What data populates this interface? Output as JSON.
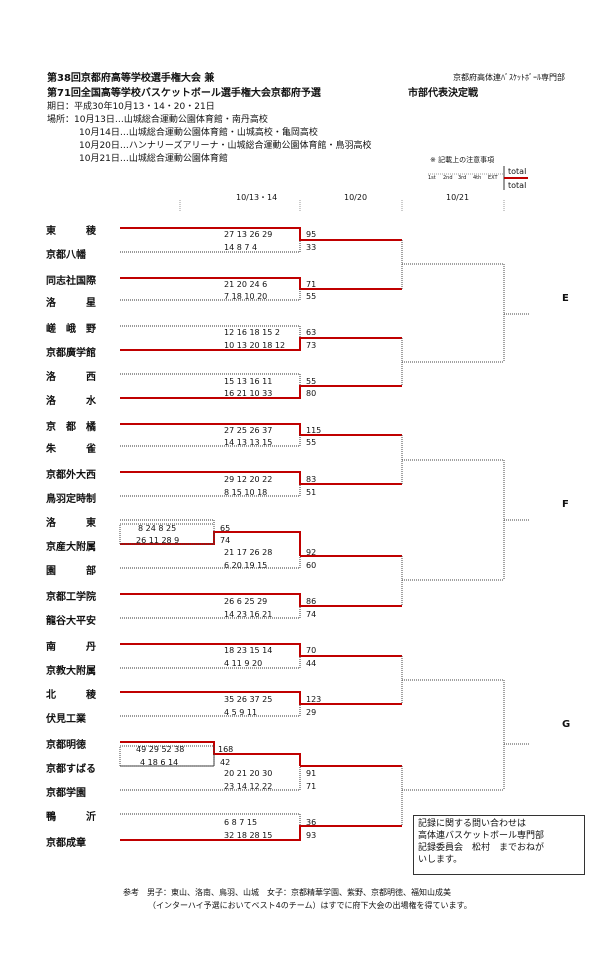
{
  "header": {
    "title1": "第38回京都府高等学校選手権大会 兼",
    "title2": "第71回全国高等学校バスケットボール選手権大会京都府予選",
    "subtitle": "市部代表決定戦",
    "org": "京都府高体連ﾊﾞｽｹｯﾄﾎﾞｰﾙ専門部",
    "period": "期日：平成30年10月13・14・20・21日",
    "venue1": "場所：10月13日…山城総合運動公園体育館・南丹高校",
    "venue2": "10月14日…山城総合運動公園体育館・山城高校・亀岡高校",
    "venue3": "10月20日…ハンナリーズアリーナ・山城総合運動公園体育館・鳥羽高校",
    "venue4": "10月21日…山城総合運動公園体育館"
  },
  "legend": {
    "title": "※ 記載上の注意事項",
    "q1": "1st",
    "q2": "2nd",
    "q3": "3rd",
    "q4": "4th",
    "ext": "EXT",
    "total_top": "total",
    "total_bottom": "total"
  },
  "dates": {
    "d1": "10/13・14",
    "d2": "10/20",
    "d3": "10/21"
  },
  "teams": [
    "東　　　稜",
    "京都八幡",
    "同志社国際",
    "洛　　　星",
    "嵯　峨　野",
    "京都廣学館",
    "洛　　　西",
    "洛　　　水",
    "京　都　橘",
    "朱　　　雀",
    "京都外大西",
    "鳥羽定時制",
    "洛　　　東",
    "京産大附属",
    "園　　　部",
    "京都工学院",
    "龍谷大平安",
    "南　　　丹",
    "京教大附属",
    "北　　　稜",
    "伏見工業",
    "京都明徳",
    "京都すばる",
    "京都学園",
    "鴨　　　沂",
    "京都成章"
  ],
  "matches": [
    {
      "top": "27 13 26 29",
      "bottom": "14  8  7  4",
      "t1": "95",
      "t2": "33"
    },
    {
      "top": "21 20 24  6",
      "bottom": "7 18 10 20",
      "t1": "71",
      "t2": "55"
    },
    {
      "top": "12 16 18 15  2",
      "bottom": "10 13 20 18 12",
      "t1": "63",
      "t2": "73"
    },
    {
      "top": "15 13 16 11",
      "bottom": "16 21 10 33",
      "t1": "55",
      "t2": "80"
    },
    {
      "top": "27 25 26 37",
      "bottom": "14 13 13 15",
      "t1": "115",
      "t2": "55"
    },
    {
      "top": "29 12 20 22",
      "bottom": "8 15 10 18",
      "t1": "83",
      "t2": "51"
    },
    {
      "top": "8 24  8 25",
      "bottom": "26 11 28  9",
      "t1": "65",
      "t2": "74"
    },
    {
      "top": "21 17 26 28",
      "bottom": "6 20 19 15",
      "t1": "92",
      "t2": "60"
    },
    {
      "top": "26  6 25 29",
      "bottom": "14 23 16 21",
      "t1": "86",
      "t2": "74"
    },
    {
      "top": "18 23 15 14",
      "bottom": "4 11  9 20",
      "t1": "70",
      "t2": "44"
    },
    {
      "top": "35 26 37 25",
      "bottom": "4  5  9 11",
      "t1": "123",
      "t2": "29"
    },
    {
      "top": "49 29 52 38",
      "bottom": "4 18  6 14",
      "t1": "168",
      "t2": "42"
    },
    {
      "top": "20 21 20 30",
      "bottom": "23 14 12 22",
      "t1": "91",
      "t2": "71"
    },
    {
      "top": "6  8  7 15",
      "bottom": "32 18 28 15",
      "t1": "36",
      "t2": "93"
    }
  ],
  "blocks": {
    "e": "E",
    "f": "F",
    "g": "G"
  },
  "contact": {
    "l1": "記録に関する問い合わせは",
    "l2": "高体連バスケットボール専門部",
    "l3": "記録委員会　松村　までおねが",
    "l4": "いします。"
  },
  "footer": {
    "l1": "参考　男子：東山、洛南、鳥羽、山城　女子：京都精華学園、紫野、京都明徳、福知山成美",
    "l2": "（インターハイ予選においてベスト4のチーム）はすでに府下大会の出場権を得ています。"
  }
}
